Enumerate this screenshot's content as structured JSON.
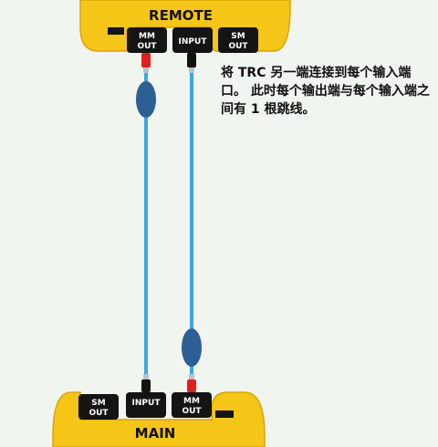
{
  "remote_unit": {
    "label": "REMOTE",
    "ports": [
      {
        "line1": "MM",
        "line2": "OUT"
      },
      {
        "line1": "INPUT",
        "line2": ""
      },
      {
        "line1": "SM",
        "line2": "OUT"
      }
    ]
  },
  "main_unit": {
    "label": "MAIN",
    "ports": [
      {
        "line1": "SM",
        "line2": "OUT"
      },
      {
        "line1": "INPUT",
        "line2": ""
      },
      {
        "line1": "MM",
        "line2": "OUT"
      }
    ]
  },
  "instruction": "将 TRC 另一端连接到每个输入端口。 此时每个输出端与每个输入端之间有 1 根跳线。",
  "colors": {
    "device_yellow": "#f5c518",
    "device_shadow": "#d9a40a",
    "port_black": "#141414",
    "cable_blue": "#3aa7e4",
    "boot_blue": "#2d5f95",
    "output_connector": "#e02020",
    "input_connector": "#111111"
  }
}
